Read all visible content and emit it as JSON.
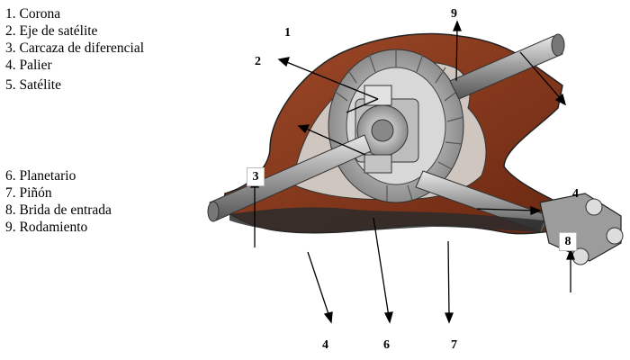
{
  "legend": [
    "1. Corona",
    "2. Eje de satélite",
    "3. Carcaza de diferencial",
    "4. Palier",
    "5. Satélite",
    "6. Planetario",
    "7. Piñón",
    "8. Brida de entrada",
    "9. Rodamiento"
  ],
  "callouts": {
    "c1": "1",
    "c2": "2",
    "c3": "3",
    "c4a": "4",
    "c4b": "4",
    "c6": "6",
    "c7": "7",
    "c8": "8",
    "c9": "9"
  },
  "colors": {
    "housing_red": "#8b3a1f",
    "shaft_grey": "#a9a9a9",
    "gear_grey": "#c8c8c8",
    "dark": "#2b2b2b"
  }
}
